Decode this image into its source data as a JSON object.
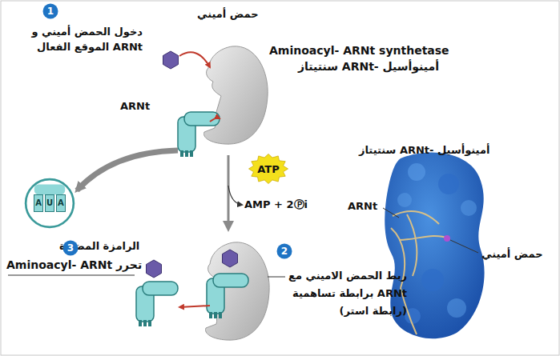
{
  "diagram": {
    "nodes": [
      {
        "text": [
          "1"
        ]
      },
      {
        "text": [
          "A",
          "U",
          "A"
        ]
      },
      {
        "text": [
          "ATP"
        ]
      },
      {
        "text": [
          "3"
        ]
      },
      {
        "text": [
          "2"
        ]
      }
    ],
    "labels": [
      "حمض أميني",
      "دخول الحمض أميني و ARNt الموقع الفعال",
      "Aminoacyl- ARNt synthetase",
      "أمينوأسيل -ARNt سنتيتاز",
      "ARNt",
      "الرامزة المضادة",
      "AMP + 2Ⓟi",
      "أمينوأسيل -ARNt سنتيتاز",
      "ARNt",
      "Aminoacyl- ARNt تحرر",
      "ربط الحمض الاميني مع ARNt برابطة تساهمية (رابطة استر)",
      "حمض أميني"
    ]
  }
}
